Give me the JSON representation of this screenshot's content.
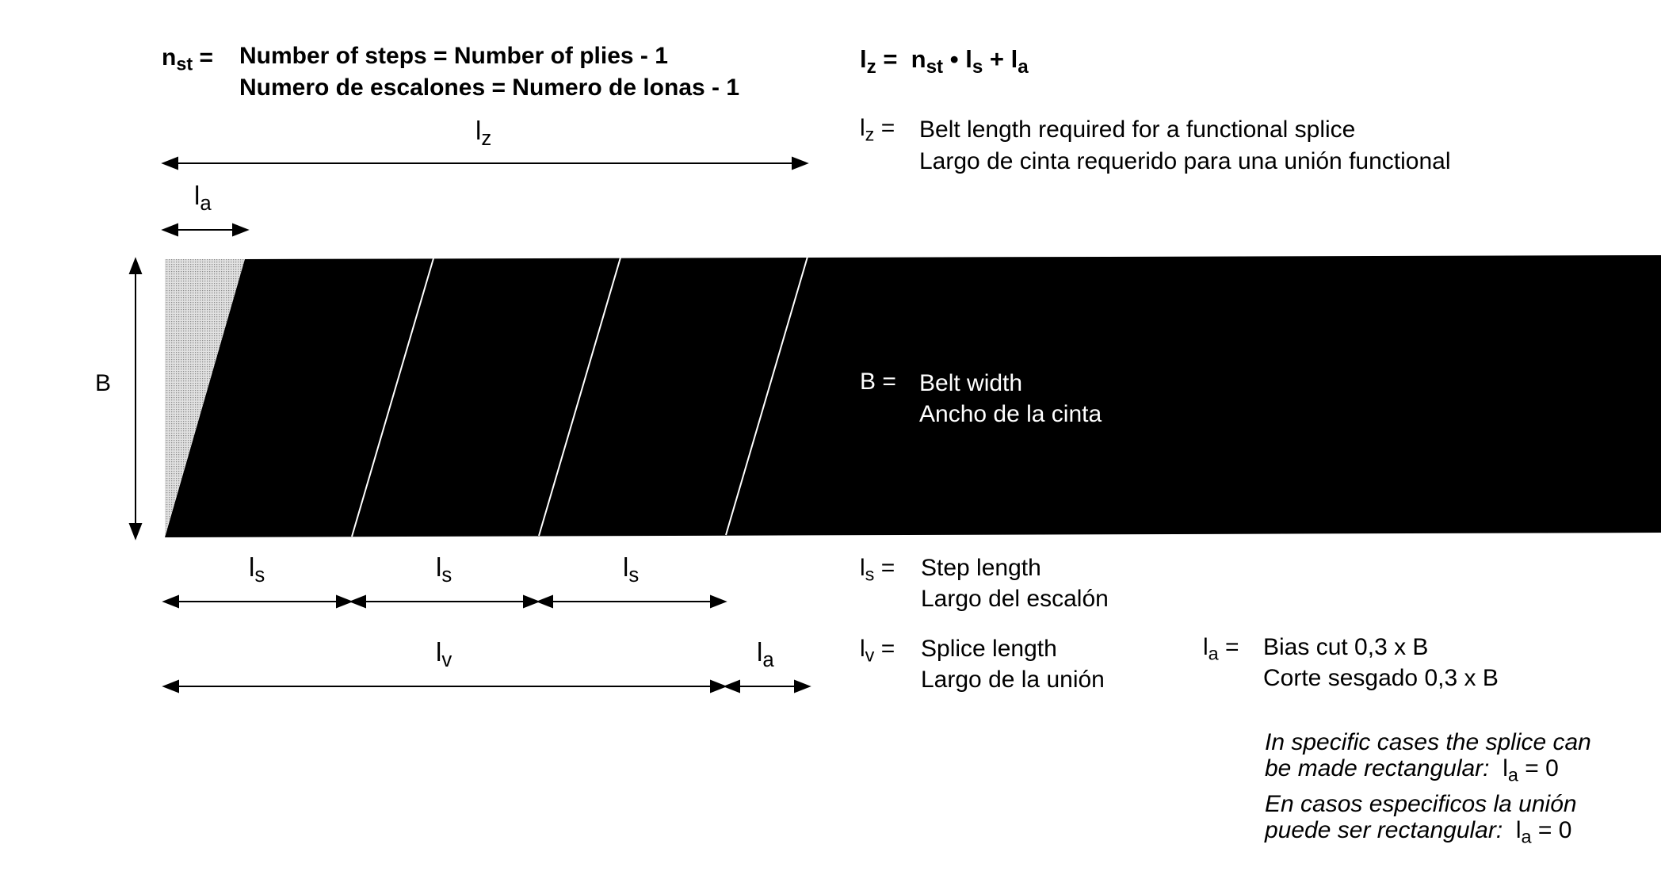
{
  "colors": {
    "belt": "#000000",
    "background": "#ffffff",
    "bias_hatch": "#b9b9b9",
    "lines": "#000000"
  },
  "header": {
    "nst_symbol": "n",
    "nst_sub": "st",
    "nst_eq": " =",
    "line1": "Number of steps = Number of plies - 1",
    "line2": "Numero de escalones = Numero de lonas - 1"
  },
  "formula": {
    "lhs": "l",
    "lhs_sub": "z",
    "eq": " =  ",
    "n": "n",
    "n_sub": "st",
    "dot": " • ",
    "ls": "l",
    "ls_sub": "s",
    "plus": " + ",
    "la": "l",
    "la_sub": "a"
  },
  "diagram": {
    "lz_label": "l",
    "lz_sub": "z",
    "la_label": "l",
    "la_sub": "a",
    "b_label": "B",
    "ls_label": "l",
    "ls_sub": "s",
    "lv_label": "l",
    "lv_sub": "v",
    "la2_label": "l",
    "la2_sub": "a",
    "steps": 3
  },
  "definitions": {
    "lz": {
      "sym": "l",
      "sub": "z",
      "eq": " =",
      "en": "Belt length required for a functional splice",
      "es": "Largo de cinta requerido para una unión functional"
    },
    "b": {
      "sym": "B",
      "eq": " =",
      "en": "Belt width",
      "es": "Ancho de la cinta"
    },
    "ls": {
      "sym": "l",
      "sub": "s",
      "eq": " =",
      "en": "Step length",
      "es": "Largo del escalón"
    },
    "lv": {
      "sym": "l",
      "sub": "v",
      "eq": " =",
      "en": "Splice length",
      "es": "Largo de la unión"
    },
    "la": {
      "sym": "l",
      "sub": "a",
      "eq": " =",
      "en": "Bias cut 0,3 x B",
      "es": "Corte sesgado 0,3 x B"
    }
  },
  "note": {
    "en1": "In specific cases the splice can",
    "en2_pre": "be made rectangular:  ",
    "en2_sym": "l",
    "en2_sub": "a",
    "en2_post": " = 0",
    "es1": "En casos especificos la unión",
    "es2_pre": "puede ser rectangular:  ",
    "es2_sym": "l",
    "es2_sub": "a",
    "es2_post": " = 0"
  }
}
